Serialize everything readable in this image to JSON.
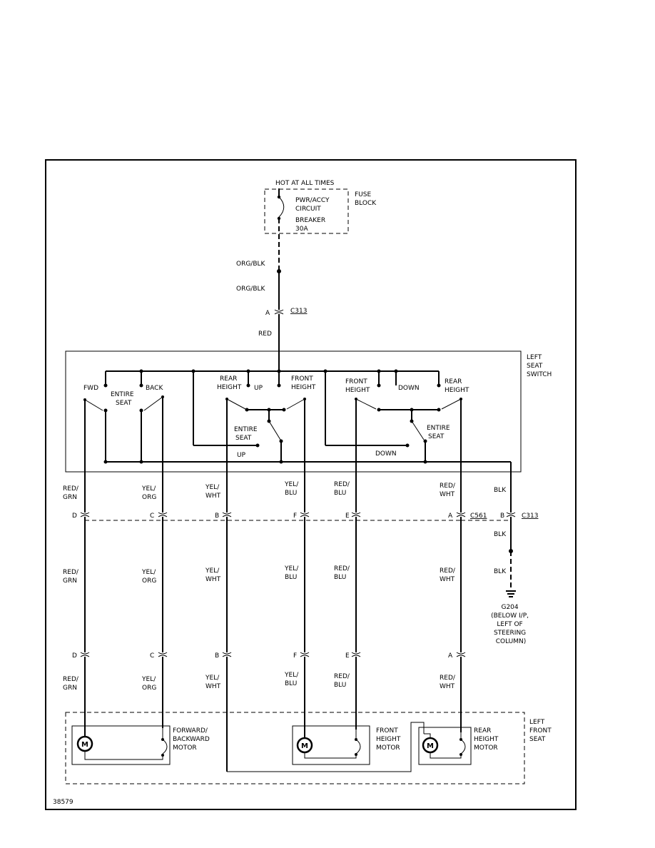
{
  "power": {
    "header": "HOT AT ALL TIMES",
    "breaker_lines": [
      "PWR/ACCY",
      "CIRCUIT",
      "BREAKER",
      "30A"
    ],
    "fuse_block_lines": [
      "FUSE",
      "BLOCK"
    ]
  },
  "feed": {
    "wire_upper": "ORG/BLK",
    "wire_lower": "ORG/BLK",
    "connector_pin": "A",
    "connector": "C313",
    "wire_after": "RED"
  },
  "switch": {
    "label_lines": [
      "LEFT",
      "SEAT",
      "SWITCH"
    ],
    "fwd": "FWD",
    "back": "BACK",
    "entire_seat_left": [
      "ENTIRE",
      "SEAT"
    ],
    "rear_height_left": [
      "REAR",
      "HEIGHT"
    ],
    "up_top": "UP",
    "front_height_left": [
      "FRONT",
      "HEIGHT"
    ],
    "entire_seat_mid": [
      "ENTIRE",
      "SEAT"
    ],
    "up_bottom": "UP",
    "front_height_right": [
      "FRONT",
      "HEIGHT"
    ],
    "down_top": "DOWN",
    "rear_height_right": [
      "REAR",
      "HEIGHT"
    ],
    "entire_seat_right": [
      "ENTIRE",
      "SEAT"
    ],
    "down_bottom": "DOWN"
  },
  "wires": {
    "top": [
      [
        "RED/",
        "GRN"
      ],
      [
        "YEL/",
        "ORG"
      ],
      [
        "YEL/",
        "WHT"
      ],
      [
        "YEL/",
        "BLU"
      ],
      [
        "RED/",
        "BLU"
      ],
      [
        "RED/",
        "WHT"
      ]
    ],
    "middle": [
      [
        "RED/",
        "GRN"
      ],
      [
        "YEL/",
        "ORG"
      ],
      [
        "YEL/",
        "WHT"
      ],
      [
        "YEL/",
        "BLU"
      ],
      [
        "RED/",
        "BLU"
      ],
      [
        "RED/",
        "WHT"
      ]
    ],
    "bottom": [
      [
        "RED/",
        "GRN"
      ],
      [
        "YEL/",
        "ORG"
      ],
      [
        "YEL/",
        "WHT"
      ],
      [
        "YEL/",
        "BLU"
      ],
      [
        "RED/",
        "BLU"
      ],
      [
        "RED/",
        "WHT"
      ]
    ]
  },
  "connectors": {
    "c561_pins": [
      "D",
      "C",
      "B",
      "F",
      "E",
      "A"
    ],
    "c561_name": "C561",
    "ground_pin": "B",
    "ground_connector": "C313",
    "lower_pins": [
      "D",
      "C",
      "B",
      "F",
      "E",
      "A"
    ]
  },
  "ground": {
    "wire_1": "BLK",
    "wire_2": "BLK",
    "wire_3": "BLK",
    "label_lines": [
      "G204",
      "(BELOW I/P,",
      "LEFT OF",
      "STEERING",
      "COLUMN)"
    ]
  },
  "motors": {
    "seat_label_lines": [
      "LEFT",
      "FRONT",
      "SEAT"
    ],
    "symbol": "M",
    "forward_backward": [
      "FORWARD/",
      "BACKWARD",
      "MOTOR"
    ],
    "front_height": [
      "FRONT",
      "HEIGHT",
      "MOTOR"
    ],
    "rear_height": [
      "REAR",
      "HEIGHT",
      "MOTOR"
    ]
  },
  "figure_id": "38579"
}
